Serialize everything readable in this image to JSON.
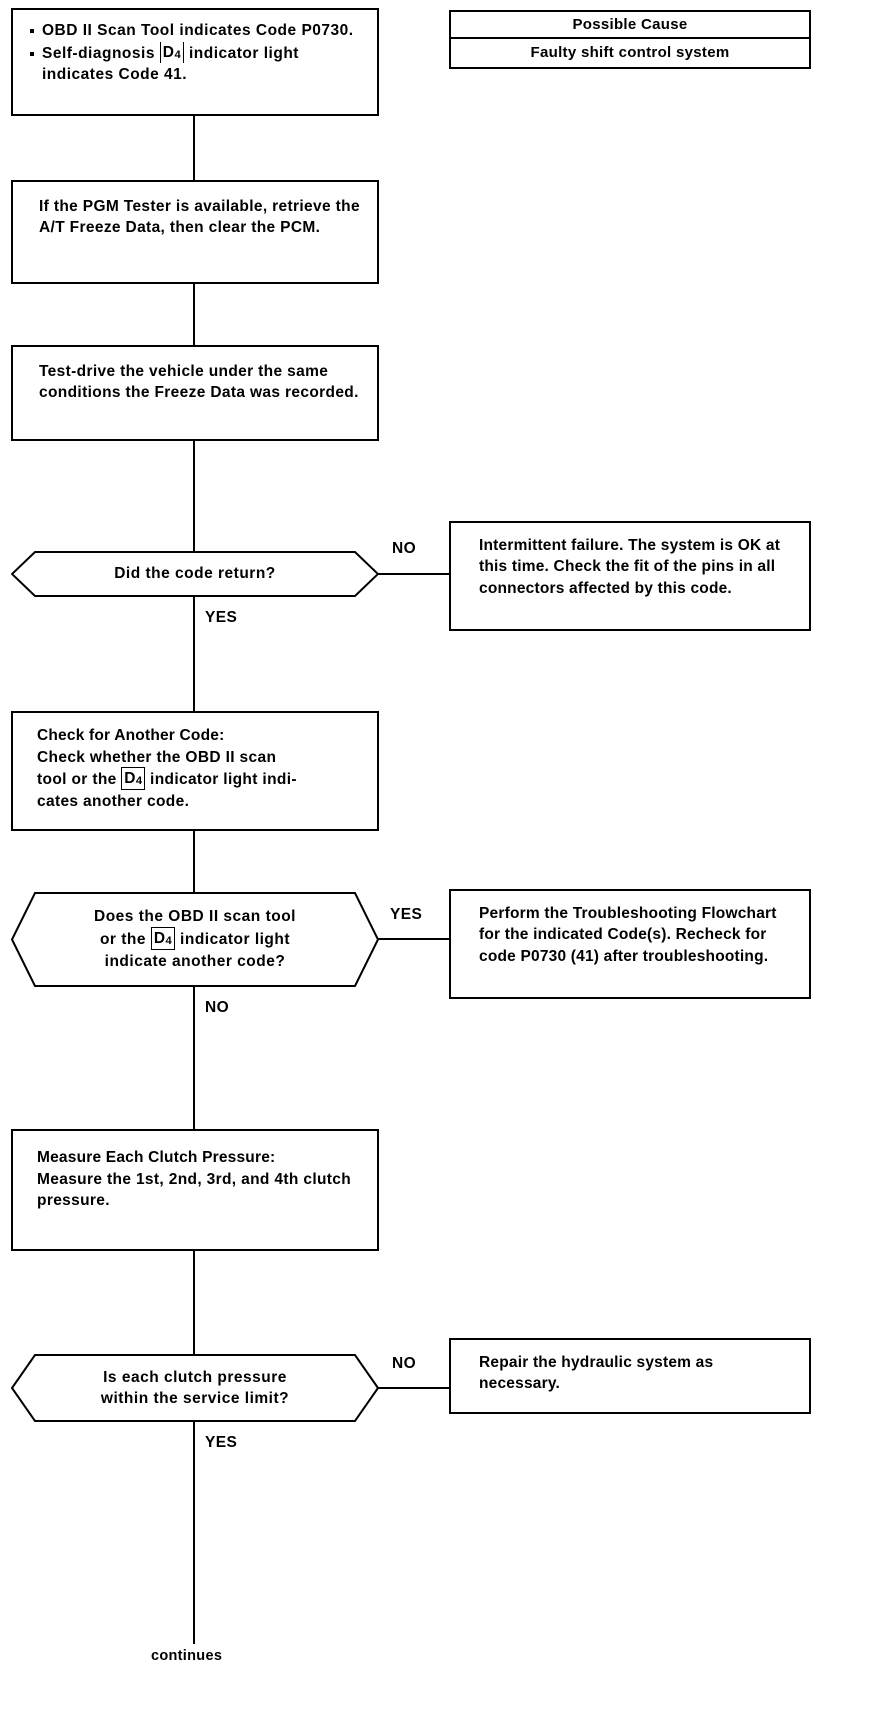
{
  "diagram": {
    "title_code": "P0730",
    "possible_cause": {
      "header": "Possible Cause",
      "rows": [
        "Faulty shift control system"
      ]
    },
    "symptom_box": {
      "bullets": [
        {
          "pre": "OBD II Scan Tool indicates Code P0730.",
          "post": ""
        },
        {
          "pre": "Self-diagnosis ",
          "glyph": "D4",
          "post": " indicator light indicates Code 41."
        }
      ]
    },
    "steps": [
      {
        "id": "step-pgm-tester",
        "text": "If the PGM Tester is available, retrieve the A/T Freeze Data, then clear the PCM."
      },
      {
        "id": "step-test-drive",
        "text": "Test-drive the vehicle under the same conditions the Freeze Data was recorded."
      },
      {
        "id": "step-check-another-code",
        "heading": "Check for Another Code:",
        "line1": "Check whether the OBD II scan",
        "line2_pre": "tool or the ",
        "line2_glyph": "D4",
        "line2_post": " indicator light indi-",
        "line3": "cates another code."
      },
      {
        "id": "step-measure-clutch",
        "heading": "Measure Each Clutch Pressure:",
        "text": "Measure the 1st, 2nd, 3rd, and 4th clutch pressure."
      }
    ],
    "decisions": [
      {
        "id": "decision-code-return",
        "line1": "Did the code return?",
        "branch_right": "NO",
        "branch_down": "YES"
      },
      {
        "id": "decision-another-code",
        "line1": "Does the OBD II scan tool",
        "line2_pre": "or the ",
        "line2_glyph": "D4",
        "line2_post": " indicator light",
        "line3": "indicate another code?",
        "branch_right": "YES",
        "branch_down": "NO"
      },
      {
        "id": "decision-clutch-pressure",
        "line1": "Is each clutch pressure",
        "line2": "within the service limit?",
        "branch_right": "NO",
        "branch_down": "YES"
      }
    ],
    "results": [
      {
        "id": "result-intermittent",
        "text": "Intermittent failure. The system is OK at this time. Check the fit of the pins in all connectors affected by this code."
      },
      {
        "id": "result-troubleshoot",
        "text": "Perform the Troubleshooting Flowchart for the indicated Code(s). Recheck for code P0730 (41) after troubleshooting."
      },
      {
        "id": "result-repair-hydraulic",
        "text": "Repair the hydraulic system as necessary."
      }
    ],
    "footer": "continues"
  }
}
